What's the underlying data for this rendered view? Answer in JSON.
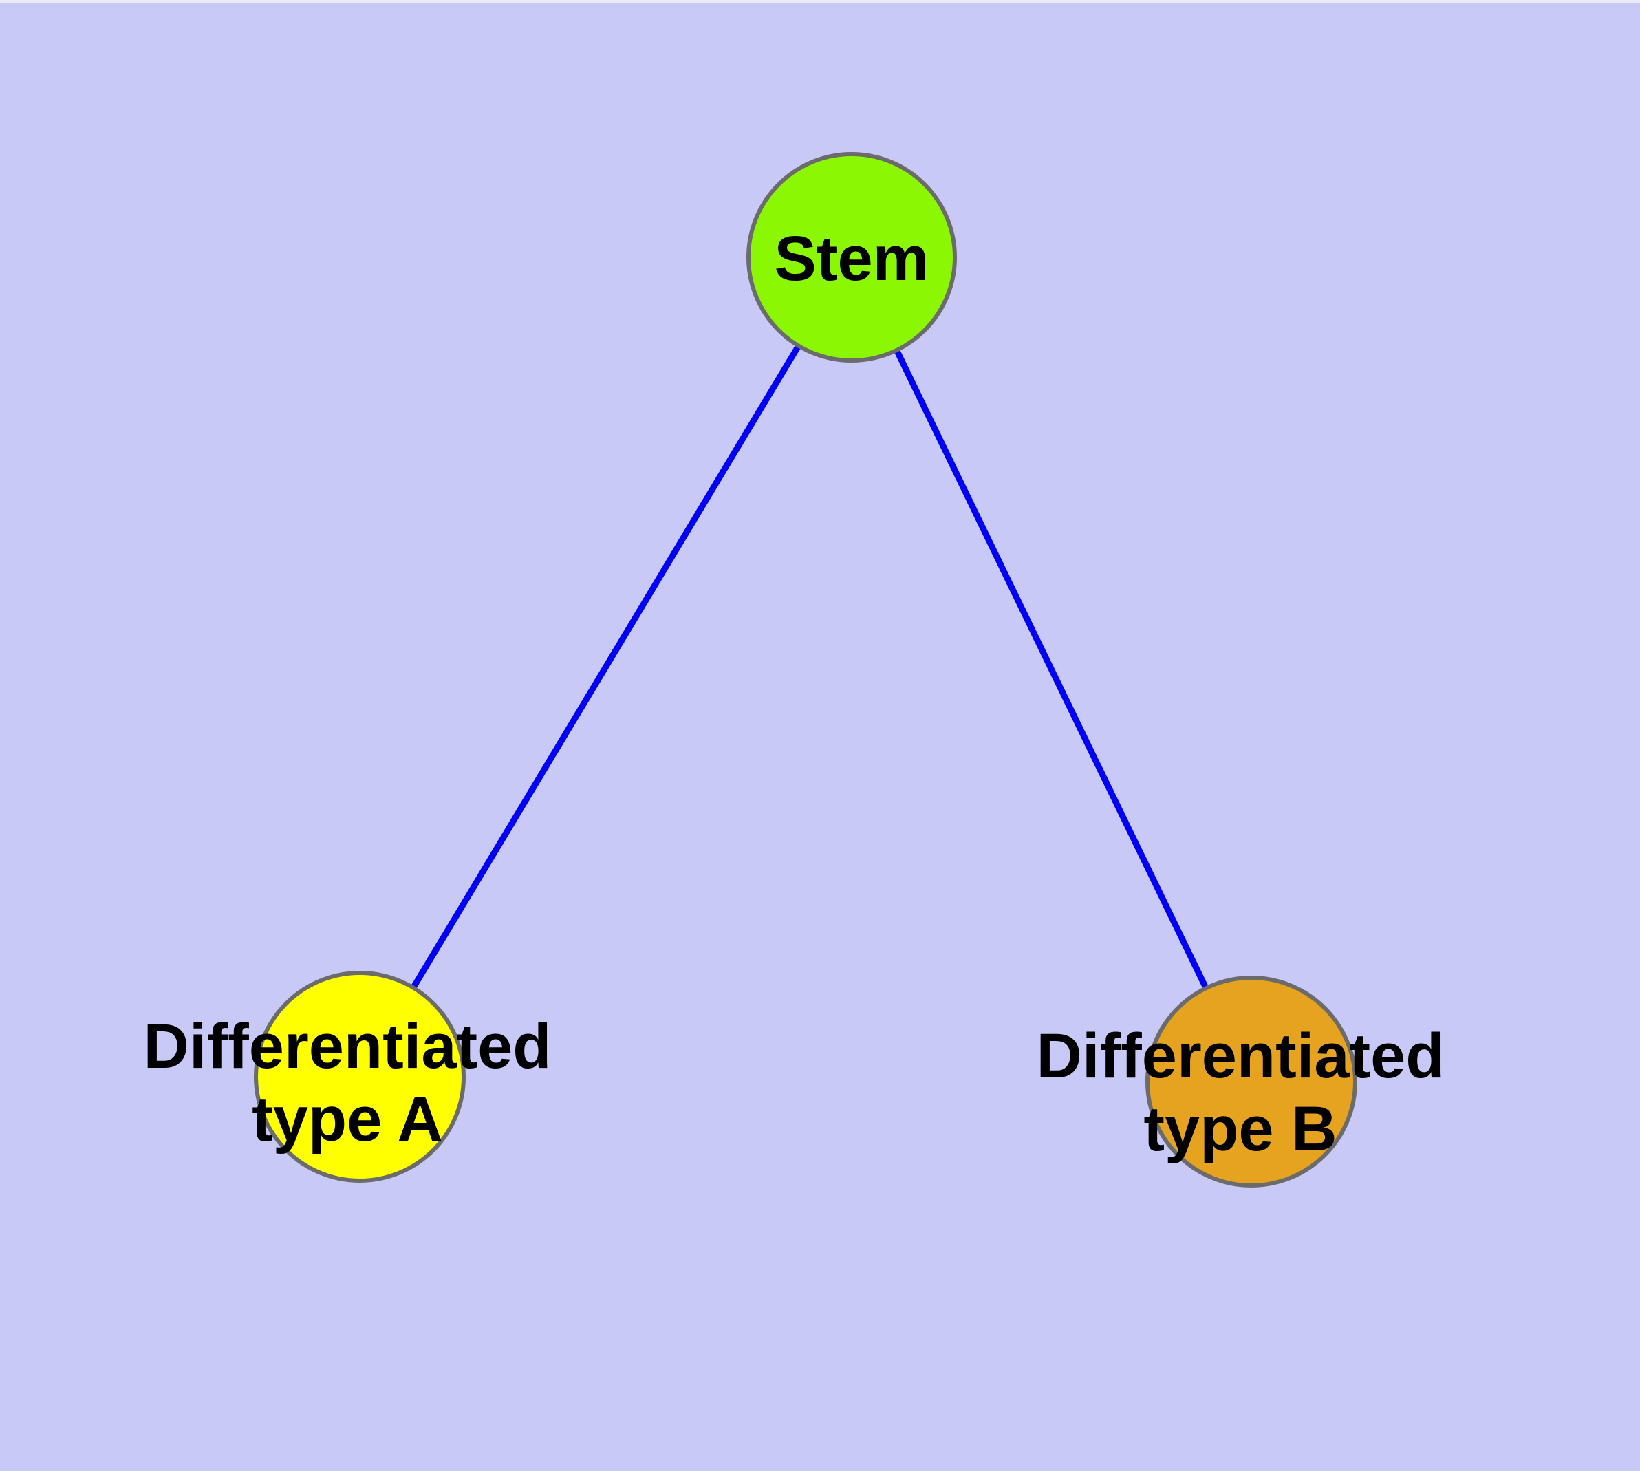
{
  "diagram": {
    "background_color": "#c9c9f8",
    "edge_color": "#0000f8",
    "node_border_color": "#6b6b6b",
    "label_color": "#000000",
    "nodes": [
      {
        "id": "stem",
        "label": "Stem",
        "color": "#8cf702"
      },
      {
        "id": "type-a",
        "label": "Differentiated\ntype A",
        "color": "#ffff00"
      },
      {
        "id": "type-b",
        "label": "Differentiated\ntype B",
        "color": "#e6a31f"
      }
    ],
    "edges": [
      {
        "from": "stem",
        "to": "type-a"
      },
      {
        "from": "stem",
        "to": "type-b"
      }
    ]
  }
}
